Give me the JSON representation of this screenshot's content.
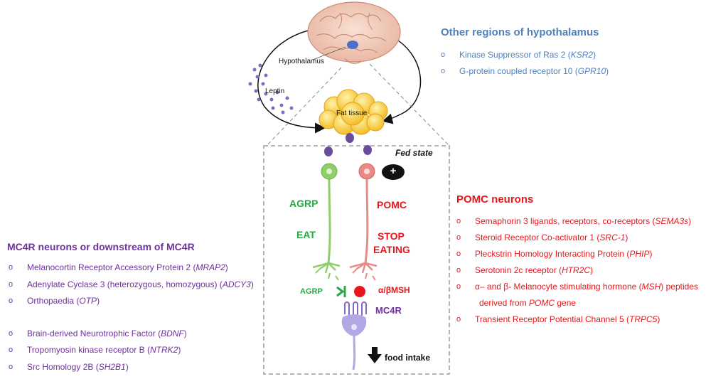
{
  "colors": {
    "purple": "#7030a0",
    "red": "#e8161b",
    "blue": "#4f81bd",
    "green": "#26a844",
    "agrp_neuron": "#8fce68",
    "pomc_neuron": "#e98a84",
    "mc4r_neuron": "#b4a7e6",
    "leptin_dot": "#7e6fc0",
    "fat_tissue": "#f7cd3f"
  },
  "icons": {
    "brain": "brain-icon",
    "fat": "fat-tissue-icon",
    "arrow": "down-arrow-icon",
    "plus": "plus-icon",
    "inhibit": "inhibition-icon",
    "receptor": "receptor-icon"
  },
  "diagram": {
    "hypothalamus_label": "Hypothalamus",
    "leptin_label": "Leptin",
    "fat_tissue_label": "Fat tissue",
    "fed_state_label": "Fed state",
    "plus_symbol": "+",
    "agrp_label": "AGRP",
    "eat_label": "EAT",
    "pomc_label": "POMC",
    "stop_label": "STOP",
    "eating_label": "EATING",
    "agrp_small_label": "AGRP",
    "msh_label": "α/βMSH",
    "mc4r_label": "MC4R",
    "food_intake_label": "food intake"
  },
  "other_regions": {
    "title": "Other regions of hypothalamus",
    "items": [
      {
        "bullet": "o",
        "text": "Kinase Suppressor of Ras 2 (",
        "gene": "KSR2",
        "end": ")"
      },
      {
        "bullet": "o",
        "text": "G-protein coupled receptor 10 (",
        "gene": "GPR10",
        "end": ")"
      }
    ]
  },
  "mc4r": {
    "title": "MC4R neurons or downstream of MC4R",
    "items": [
      {
        "bullet": "o",
        "text": "Melanocortin Receptor Accessory Protein 2 (",
        "gene": "MRAP2",
        "end": ")"
      },
      {
        "bullet": "o",
        "text": "Adenylate Cyclase 3 (heterozygous, homozygous) (",
        "gene": "ADCY3",
        "end": ")"
      },
      {
        "bullet": "o",
        "text": "Orthopaedia  (",
        "gene": "OTP",
        "end": ")"
      },
      {
        "bullet": "o",
        "text": "Brain-derived Neurotrophic Factor (",
        "gene": "BDNF",
        "end": ")"
      },
      {
        "bullet": "o",
        "text": "Tropomyosin kinase receptor B (",
        "gene": "NTRK2",
        "end": ")"
      },
      {
        "bullet": "o",
        "text": "Src Homology 2B  (",
        "gene": "SH2B1",
        "end": ")"
      }
    ]
  },
  "pomc": {
    "title": "POMC neurons",
    "items": [
      {
        "bullet": "o",
        "text": "Semaphorin 3 ligands, receptors, co-receptors (",
        "gene": "SEMA3s",
        "end": ")"
      },
      {
        "bullet": "o",
        "text": "Steroid Receptor Co-activator 1 (",
        "gene": "SRC-1",
        "end": ")"
      },
      {
        "bullet": "o",
        "text": "Pleckstrin Homology Interacting Protein (",
        "gene": "PHIP",
        "end": ")"
      },
      {
        "bullet": "o",
        "text": "Serotonin 2c receptor (",
        "gene": "HTR2C",
        "end": ")"
      },
      {
        "bullet": "o",
        "text": "α– and β- Melanocyte stimulating hormone (",
        "gene": "MSH",
        "end": ") peptides"
      },
      {
        "bullet": "",
        "text": "derived from ",
        "gene": "POMC",
        "end": " gene"
      },
      {
        "bullet": "o",
        "text": "Transient Receptor Potential Channel 5 (",
        "gene": "TRPC5",
        "end": ")"
      }
    ]
  }
}
